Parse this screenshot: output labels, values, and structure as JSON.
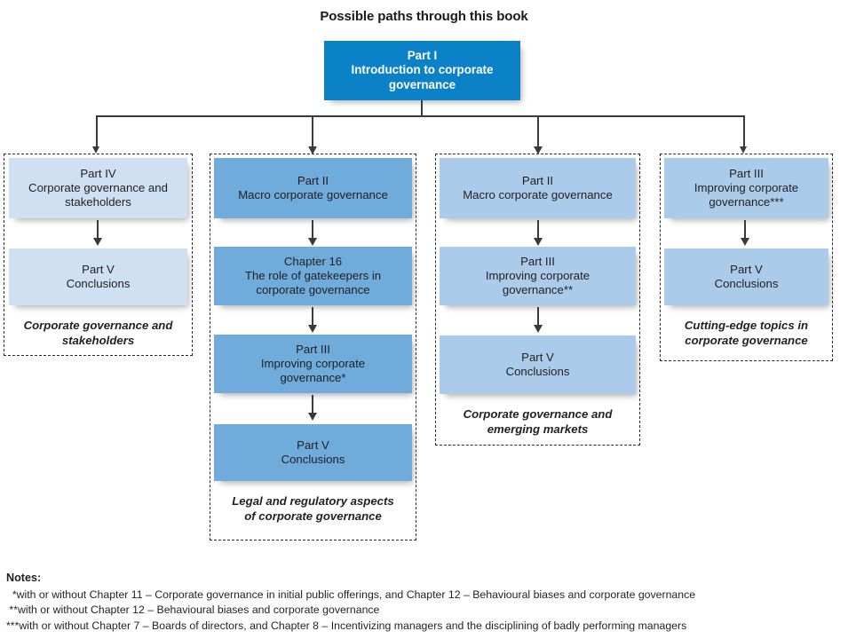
{
  "title": "Possible paths through this book",
  "colors": {
    "root_blue": "#0b81c8",
    "dark_blue": "#6fabdb",
    "mid_blue": "#aaccea",
    "light_blue": "#cfe0f2",
    "line": "#3a3a3a",
    "dash_border": "#2b2b2b"
  },
  "root": {
    "line1": "Part I",
    "line2": "Introduction to corporate",
    "line3": "governance"
  },
  "columns": [
    {
      "caption": "Corporate governance and stakeholders",
      "caption_line1": "Corporate governance and",
      "caption_line2": "stakeholders",
      "nodes": [
        {
          "line1": "Part IV",
          "line2": "Corporate governance and",
          "line3": "stakeholders",
          "shade": "light"
        },
        {
          "line1": "Part V",
          "line2": "Conclusions",
          "line3": "",
          "shade": "light"
        }
      ]
    },
    {
      "caption": "Legal and regulatory aspects of corporate governance",
      "caption_line1": "Legal and regulatory aspects",
      "caption_line2": "of corporate governance",
      "nodes": [
        {
          "line1": "Part II",
          "line2": "Macro corporate governance",
          "line3": "",
          "shade": "dark"
        },
        {
          "line1": "Chapter 16",
          "line2": "The role of gatekeepers in",
          "line3": "corporate governance",
          "shade": "dark"
        },
        {
          "line1": "Part III",
          "line2": "Improving corporate",
          "line3": "governance*",
          "shade": "dark"
        },
        {
          "line1": "Part V",
          "line2": "Conclusions",
          "line3": "",
          "shade": "dark"
        }
      ]
    },
    {
      "caption": "Corporate governance and emerging markets",
      "caption_line1": "Corporate governance and",
      "caption_line2": "emerging markets",
      "nodes": [
        {
          "line1": "Part II",
          "line2": "Macro corporate governance",
          "line3": "",
          "shade": "mid"
        },
        {
          "line1": "Part III",
          "line2": "Improving corporate",
          "line3": "governance**",
          "shade": "mid"
        },
        {
          "line1": "Part V",
          "line2": "Conclusions",
          "line3": "",
          "shade": "mid"
        }
      ]
    },
    {
      "caption": "Cutting-edge topics in corporate governance",
      "caption_line1": "Cutting-edge topics in",
      "caption_line2": "corporate governance",
      "nodes": [
        {
          "line1": "Part III",
          "line2": "Improving corporate",
          "line3": "governance***",
          "shade": "mid"
        },
        {
          "line1": "Part V",
          "line2": "Conclusions",
          "line3": "",
          "shade": "mid"
        }
      ]
    }
  ],
  "notes": {
    "heading": "Notes:",
    "lines": [
      "  *with or without Chapter 11 – Corporate governance in initial public offerings, and Chapter 12 – Behavioural biases and corporate governance",
      " **with or without Chapter 12 – Behavioural biases and corporate governance",
      "***with or without Chapter 7 – Boards of directors, and Chapter 8 – Incentivizing managers and the disciplining of badly performing managers"
    ]
  }
}
